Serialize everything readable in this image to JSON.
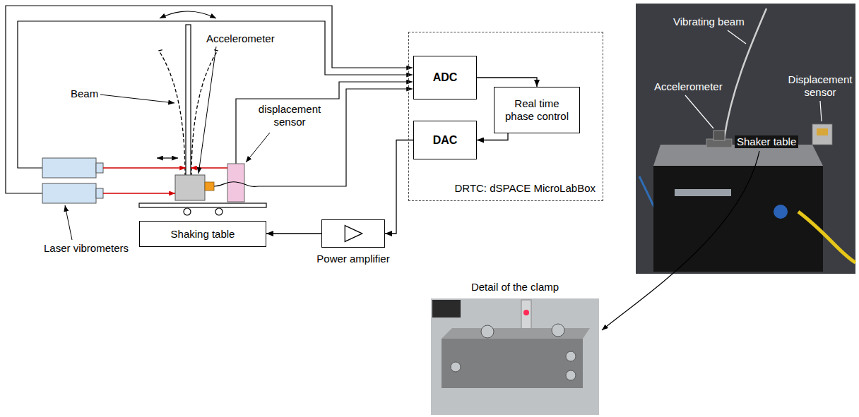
{
  "diagram": {
    "nodes": [
      {
        "text": [
          "DRTC: dSPACE MicroLabBox"
        ]
      },
      {
        "text": [
          "ADC"
        ],
        "in": 0
      },
      {
        "text": [
          "Real time phase control"
        ],
        "in": 0
      },
      {
        "text": [
          "DAC"
        ],
        "in": 0
      },
      {
        "text": [
          "Shaking table"
        ]
      },
      {
        "text": [
          "Power amplifier"
        ]
      }
    ],
    "edges": [
      {
        "from": 1,
        "to": 2,
        "arrow": "to"
      },
      {
        "from": 2,
        "to": 3,
        "arrow": "to"
      },
      {
        "from": 3,
        "to": 5,
        "arrow": "to"
      },
      {
        "from": 5,
        "to": 4,
        "arrow": "to"
      }
    ],
    "labels": [
      "Beam",
      "Accelerometer",
      "displacement sensor",
      "Laser vibrometers",
      "Detail of the clamp",
      "Vibrating beam",
      "Accelerometer",
      "Displacement sensor",
      "Shaker table"
    ]
  }
}
